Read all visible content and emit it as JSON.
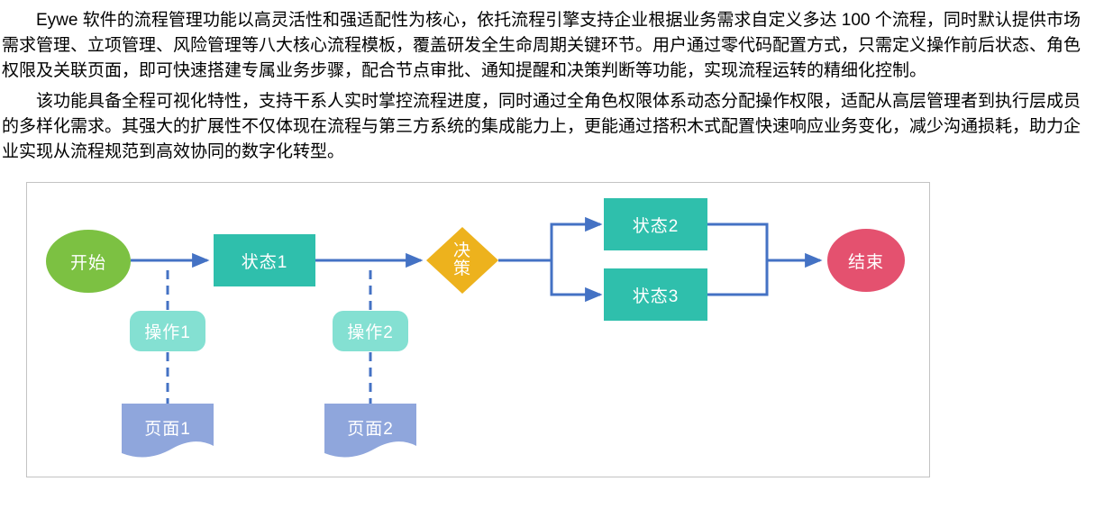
{
  "document": {
    "paragraphs": [
      "Eywe 软件的流程管理功能以高灵活性和强适配性为核心，依托流程引擎支持企业根据业务需求自定义多达 100 个流程，同时默认提供市场需求管理、立项管理、风险管理等八大核心流程模板，覆盖研发全生命周期关键环节。用户通过零代码配置方式，只需定义操作前后状态、角色权限及关联页面，即可快速搭建专属业务步骤，配合节点审批、通知提醒和决策判断等功能，实现流程运转的精细化控制。",
      "该功能具备全程可视化特性，支持干系人实时掌控流程进度，同时通过全角色权限体系动态分配操作权限，适配从高层管理者到执行层成员的多样化需求。其强大的扩展性不仅体现在流程与第三方系统的集成能力上，更能通过搭积木式配置快速响应业务变化，减少沟通损耗，助力企业实现从流程规范到高效协同的数字化转型。"
    ]
  },
  "flowchart": {
    "border_color": "#c3c3c3",
    "connector_color": "#4472c4",
    "nodes": {
      "start": {
        "label": "开始",
        "shape": "ellipse",
        "color": "#7cc142"
      },
      "state1": {
        "label": "状态1",
        "shape": "rectangle",
        "color": "#2fbfac"
      },
      "decision": {
        "label": "决策",
        "shape": "diamond",
        "color": "#edb21d"
      },
      "state2": {
        "label": "状态2",
        "shape": "rectangle",
        "color": "#2fbfac"
      },
      "state3": {
        "label": "状态3",
        "shape": "rectangle",
        "color": "#2fbfac"
      },
      "end": {
        "label": "结束",
        "shape": "ellipse",
        "color": "#e4516f"
      },
      "action1": {
        "label": "操作1",
        "shape": "rounded-rectangle",
        "color": "#84e0d2"
      },
      "action2": {
        "label": "操作2",
        "shape": "rounded-rectangle",
        "color": "#84e0d2"
      },
      "page1": {
        "label": "页面1",
        "shape": "document",
        "color": "#8fa6dc"
      },
      "page2": {
        "label": "页面2",
        "shape": "document",
        "color": "#8fa6dc"
      }
    },
    "edges": [
      {
        "from": "开始",
        "to": "状态1",
        "style": "solid-arrow"
      },
      {
        "from": "状态1",
        "to": "决策",
        "style": "solid-arrow"
      },
      {
        "from": "决策",
        "to": "状态2",
        "style": "solid-arrow"
      },
      {
        "from": "决策",
        "to": "状态3",
        "style": "solid-arrow"
      },
      {
        "from": "状态2",
        "to": "结束",
        "style": "solid-arrow"
      },
      {
        "from": "状态3",
        "to": "结束",
        "style": "solid-arrow"
      },
      {
        "from": "开始→状态1 连线",
        "to": "操作1",
        "style": "dashed"
      },
      {
        "from": "操作1",
        "to": "页面1",
        "style": "dashed"
      },
      {
        "from": "状态1→决策 连线",
        "to": "操作2",
        "style": "dashed"
      },
      {
        "from": "操作2",
        "to": "页面2",
        "style": "dashed"
      }
    ]
  }
}
